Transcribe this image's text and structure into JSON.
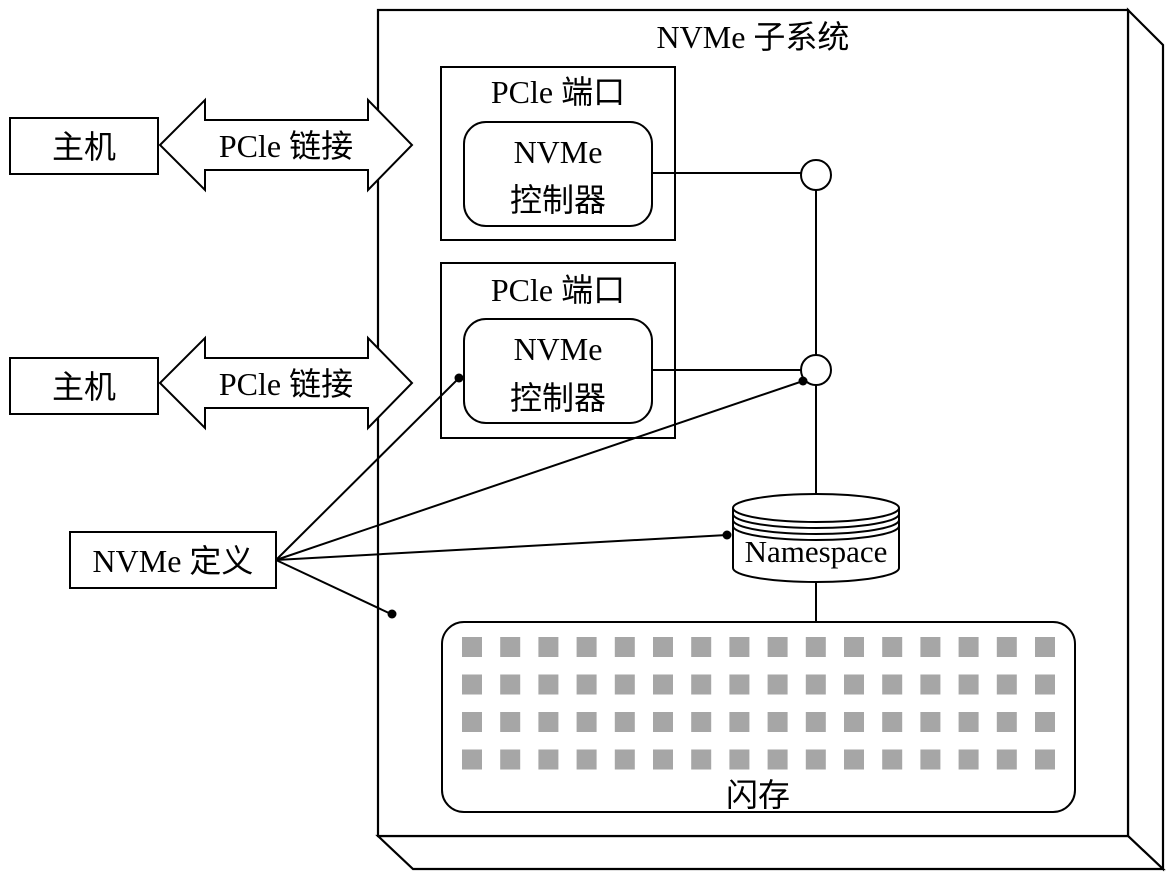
{
  "subsystem": {
    "title": "NVMe 子系统"
  },
  "hosts": [
    {
      "label": "主机",
      "link_label": "PCle 链接"
    },
    {
      "label": "主机",
      "link_label": "PCle 链接"
    }
  ],
  "ports": [
    {
      "port_label": "PCle 端口",
      "controller_line1": "NVMe",
      "controller_line2": "控制器"
    },
    {
      "port_label": "PCle 端口",
      "controller_line1": "NVMe",
      "controller_line2": "控制器"
    }
  ],
  "namespace": {
    "label": "Namespace"
  },
  "flash": {
    "label": "闪存",
    "cell_color": "#a6a6a6"
  },
  "definition": {
    "label": "NVMe 定义"
  },
  "colors": {
    "stroke": "#000000",
    "background": "#ffffff",
    "flash_cell": "#a6a6a6"
  }
}
